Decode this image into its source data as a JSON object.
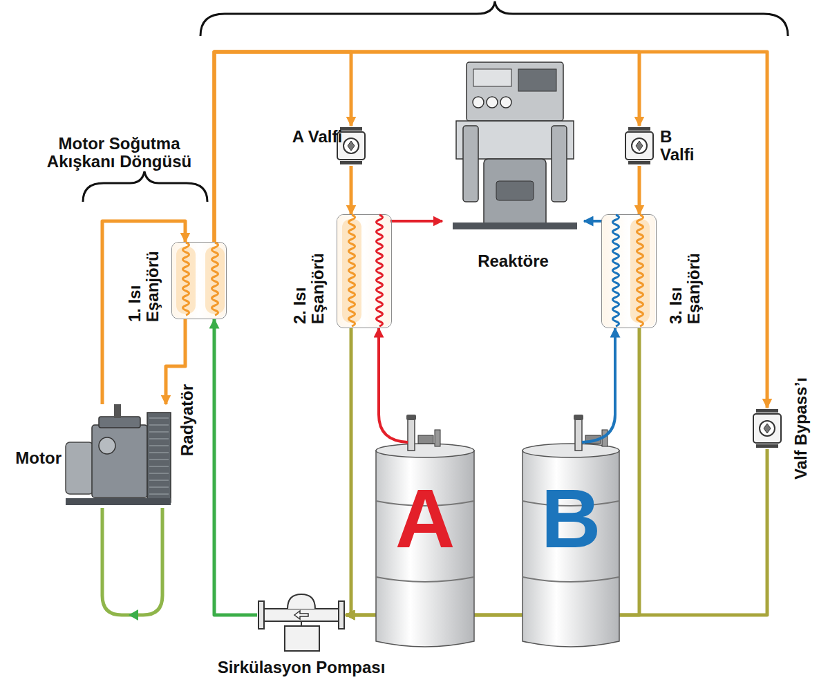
{
  "diagram": {
    "nodes": [
      {
        "text": [
          "1. Isı Eşanjörü"
        ]
      },
      {
        "text": [
          "A Valfi"
        ]
      },
      {
        "text": [
          "B Valfi"
        ]
      },
      {
        "text": [
          "Reaktöre"
        ]
      },
      {
        "text": [
          "2. Isı Eşanjörü"
        ]
      },
      {
        "text": [
          "3. Isı Eşanjörü"
        ]
      },
      {
        "text": [
          "Motor"
        ]
      },
      {
        "text": [
          "Valf Bypass’ı"
        ]
      },
      {
        "text": [
          "A"
        ]
      },
      {
        "text": [
          "B"
        ]
      },
      {
        "text": [
          "Sirkülasyon Pompası"
        ]
      }
    ],
    "edges": [
      {
        "from": 6,
        "to": 0,
        "arrow": "to"
      },
      {
        "from": 0,
        "to": 6,
        "arrow": "to"
      },
      {
        "from": 0,
        "to": 1,
        "arrow": "to"
      },
      {
        "from": 0,
        "to": 2,
        "arrow": "to"
      },
      {
        "from": 0,
        "to": 7,
        "arrow": "to"
      },
      {
        "from": 1,
        "to": 4,
        "arrow": "to"
      },
      {
        "from": 2,
        "to": 5,
        "arrow": "to"
      },
      {
        "from": 4,
        "to": 10,
        "arrow": "to"
      },
      {
        "from": 5,
        "to": 10,
        "arrow": "to"
      },
      {
        "from": 7,
        "to": 10,
        "arrow": "to"
      },
      {
        "from": 10,
        "to": 0,
        "arrow": "to"
      },
      {
        "from": 8,
        "to": 4,
        "arrow": "to"
      },
      {
        "from": 4,
        "to": 3,
        "arrow": "to"
      },
      {
        "from": 9,
        "to": 5,
        "arrow": "to"
      },
      {
        "from": 5,
        "to": 3,
        "arrow": "to"
      }
    ],
    "labels": [
      "Motor Soğutma Akışkanı Döngüsü",
      "Radyatör"
    ]
  }
}
